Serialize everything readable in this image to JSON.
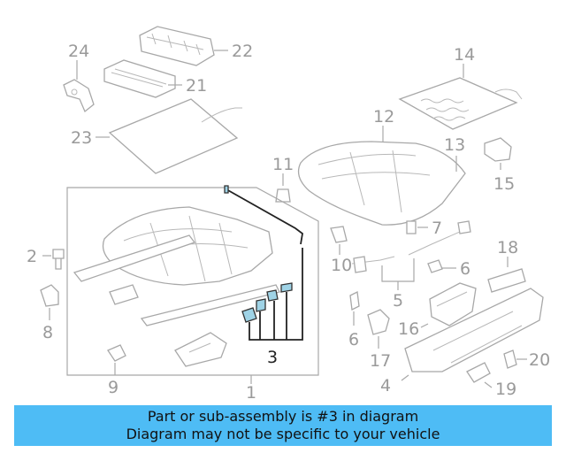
{
  "callouts": {
    "c1": "1",
    "c2": "2",
    "c3": "3",
    "c4": "4",
    "c5": "5",
    "c6a": "6",
    "c6b": "6",
    "c7": "7",
    "c8": "8",
    "c9": "9",
    "c10": "10",
    "c11": "11",
    "c12": "12",
    "c13": "13",
    "c14": "14",
    "c15": "15",
    "c16": "16",
    "c17": "17",
    "c18": "18",
    "c19": "19",
    "c20": "20",
    "c21": "21",
    "c22": "22",
    "c23": "23",
    "c24": "24"
  },
  "highlighted_part": "3",
  "banner": {
    "line1": "Part or sub-assembly is #3 in diagram",
    "line2": "Diagram may not be specific to your vehicle"
  },
  "colors": {
    "banner_bg": "#4ebcf5",
    "highlight_fill": "#9fd3e6",
    "part_stroke": "#a8a8a8"
  }
}
